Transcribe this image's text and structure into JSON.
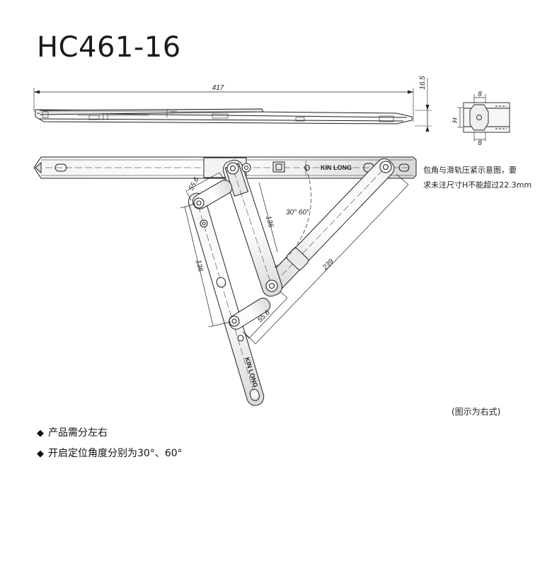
{
  "title": "HC461-16",
  "dimensions": {
    "overall_length": "417",
    "height": "16.5",
    "arm_top": "55.6",
    "arm_left": "136",
    "arm_center": "136",
    "arm_bottom": "55.6",
    "arm_long": "239",
    "angles": "30°  60°",
    "section_width_top": "8",
    "section_width_bottom": "8",
    "section_height_symbol": "H"
  },
  "brand_label": "KIN LONG",
  "note_lines": [
    "包角与滑轨压紧示意图，要",
    "求未注尺寸H不能超过22.3mm"
  ],
  "caption": "(图示为右式)",
  "features": [
    {
      "bullet": "◆",
      "text": "产品需分左右"
    },
    {
      "bullet": "◆",
      "text": "开启定位角度分别为30°、60°"
    }
  ]
}
